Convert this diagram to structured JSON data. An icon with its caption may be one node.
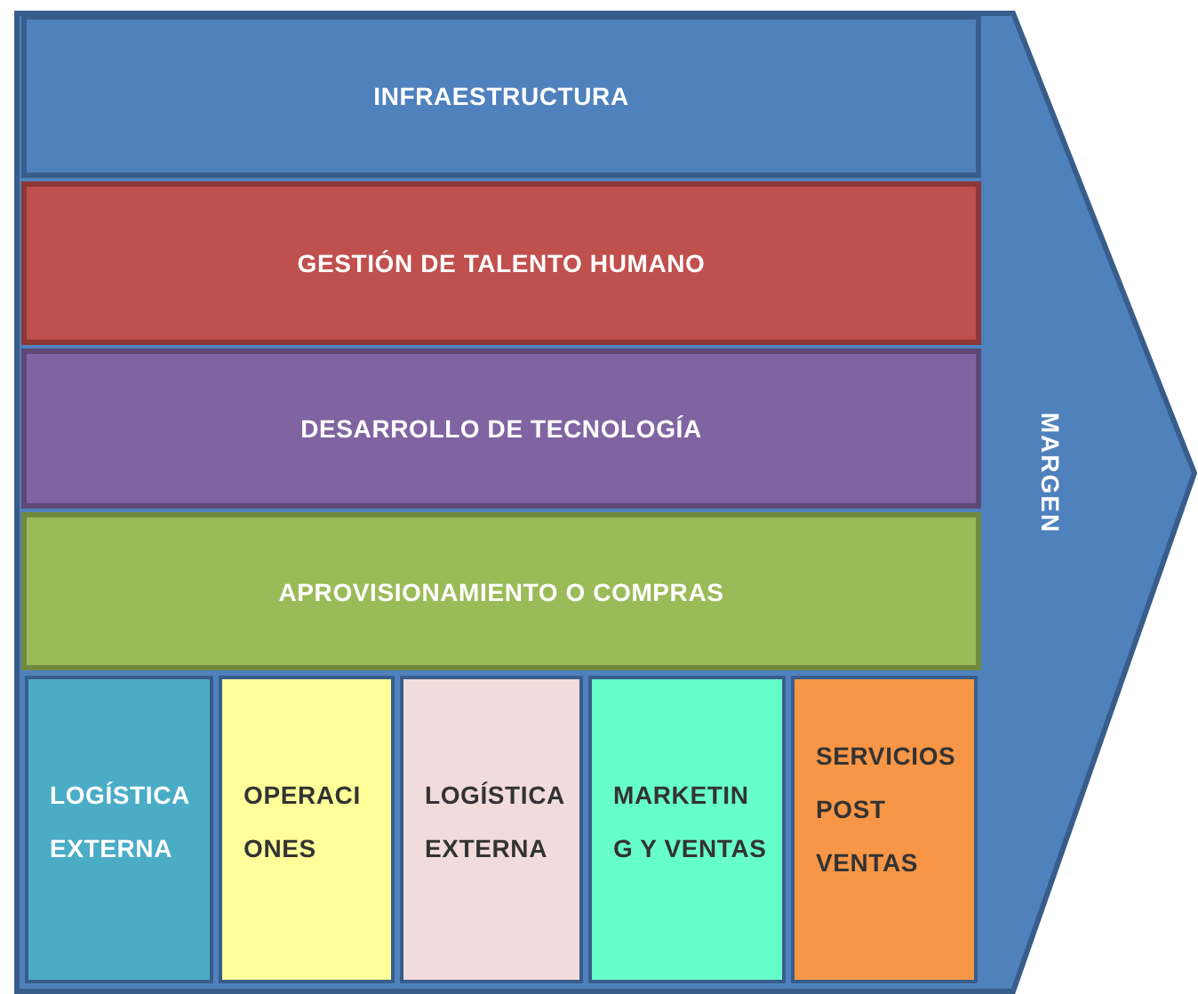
{
  "diagram": {
    "nodes": [
      {
        "text": [
          "MARGEN"
        ]
      },
      {
        "text": [
          "INFRAESTRUCTURA"
        ],
        "in": 0
      },
      {
        "text": [
          "GESTIÓN DE TALENTO HUMANO"
        ],
        "in": 0
      },
      {
        "text": [
          "DESARROLLO DE TECNOLOGÍA"
        ],
        "in": 0
      },
      {
        "text": [
          "APROVISIONAMIENTO O COMPRAS"
        ],
        "in": 0
      },
      {
        "text": [
          "LOGÍSTICA EXTERNA"
        ],
        "in": 0
      },
      {
        "text": [
          "OPERACIONES"
        ],
        "in": 0
      },
      {
        "text": [
          "LOGÍSTICA EXTERNA"
        ],
        "in": 0
      },
      {
        "text": [
          "MARKETING Y VENTAS"
        ],
        "in": 0
      },
      {
        "text": [
          "SERVICIOS POST VENTAS"
        ],
        "in": 0
      }
    ],
    "edges": []
  }
}
